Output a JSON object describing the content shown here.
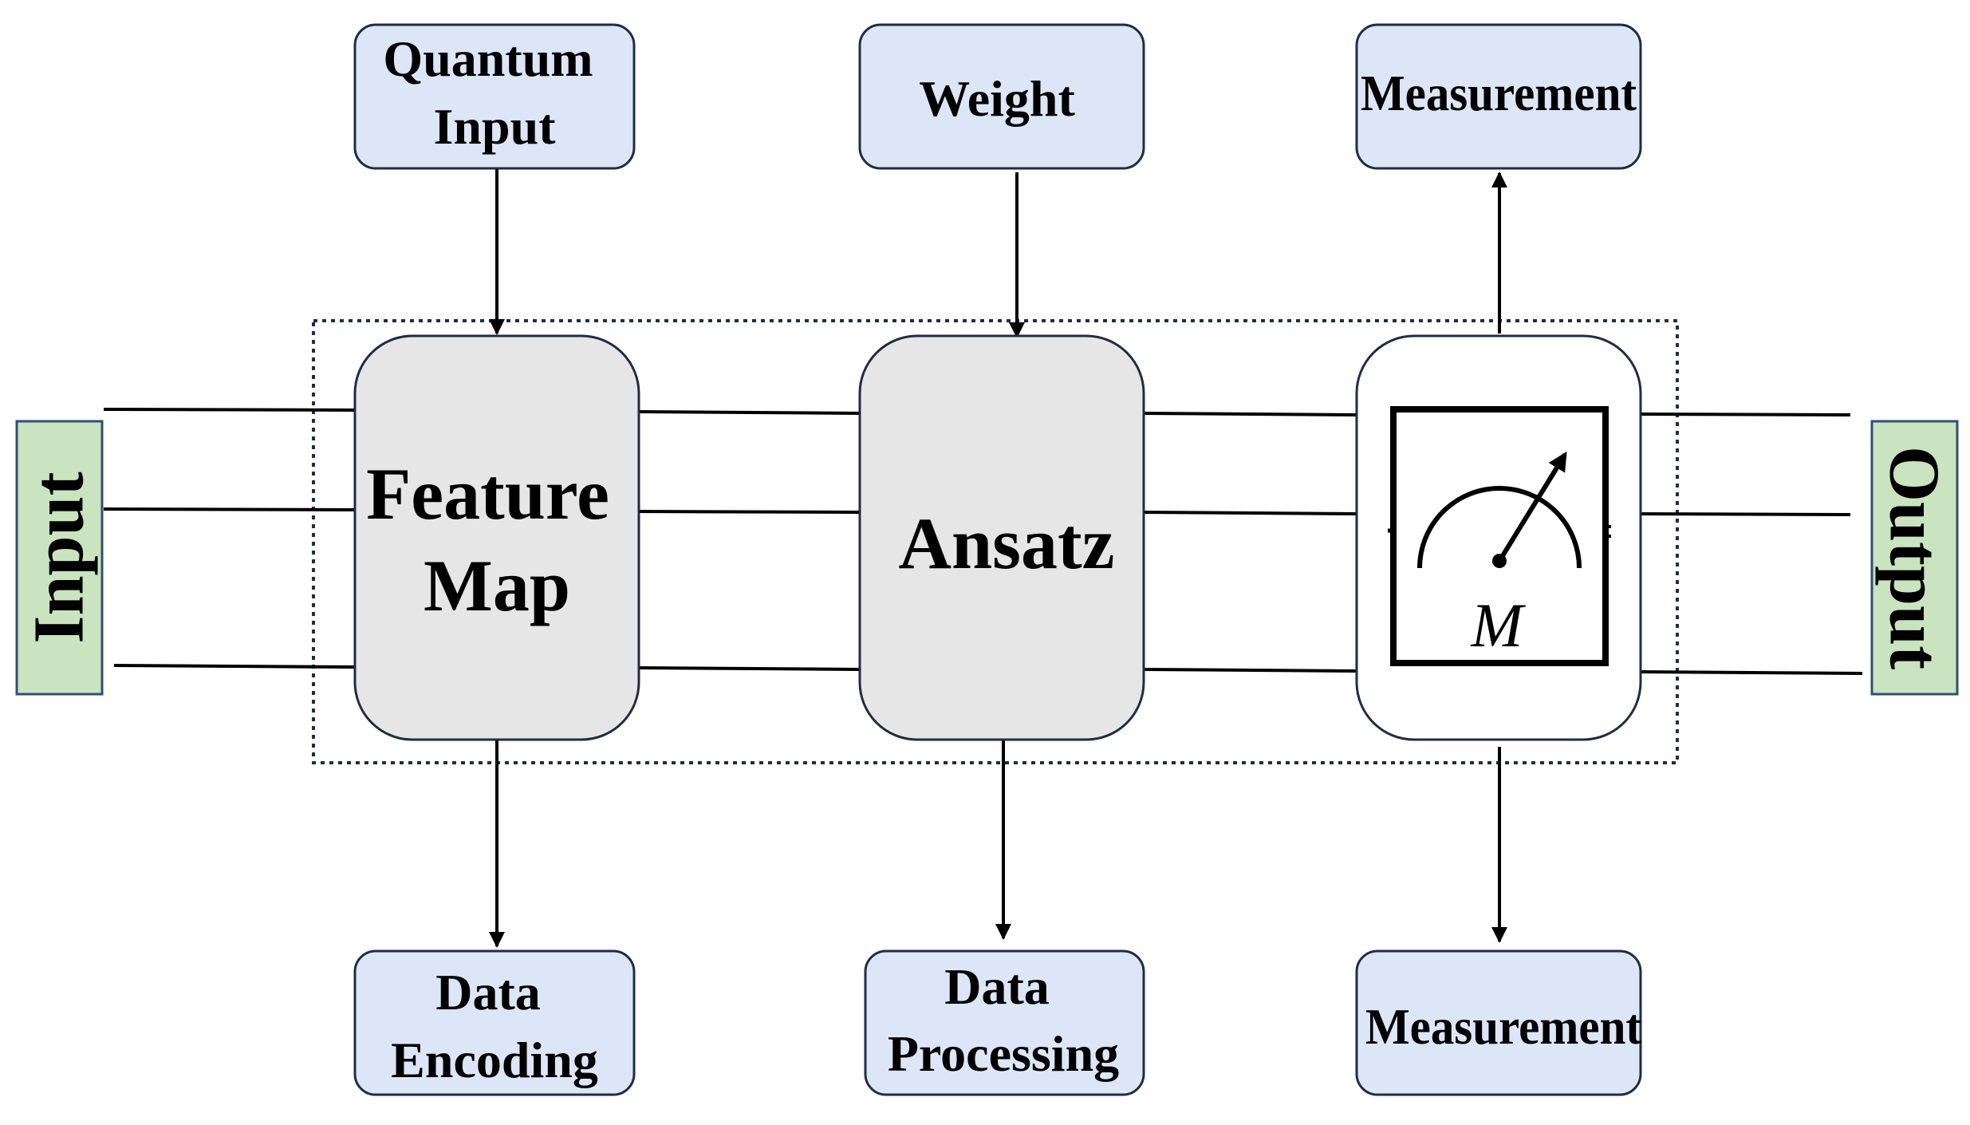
{
  "colors": {
    "top_bottom_box_fill": "#dce6f6",
    "top_bottom_box_stroke": "#1f2d44",
    "process_block_fill": "#e6e6e6",
    "side_label_fill": "#c9e4be",
    "line": "#000000"
  },
  "side_labels": {
    "input": "Input",
    "output": "Output"
  },
  "top_boxes": {
    "quantum_input": [
      "Quantum",
      "Input"
    ],
    "weight": [
      "Weight"
    ],
    "measurement": [
      "Measurement"
    ]
  },
  "blocks": {
    "feature_map": [
      "Feature",
      "Map"
    ],
    "ansatz": [
      "Ansatz"
    ],
    "meter_symbol": "M"
  },
  "meter_icon": "measurement-meter-icon",
  "bottom_boxes": {
    "data_encoding": [
      "Data",
      "Encoding"
    ],
    "data_processing": [
      "Data",
      "Processing"
    ],
    "measurement": [
      "Measurement"
    ]
  }
}
